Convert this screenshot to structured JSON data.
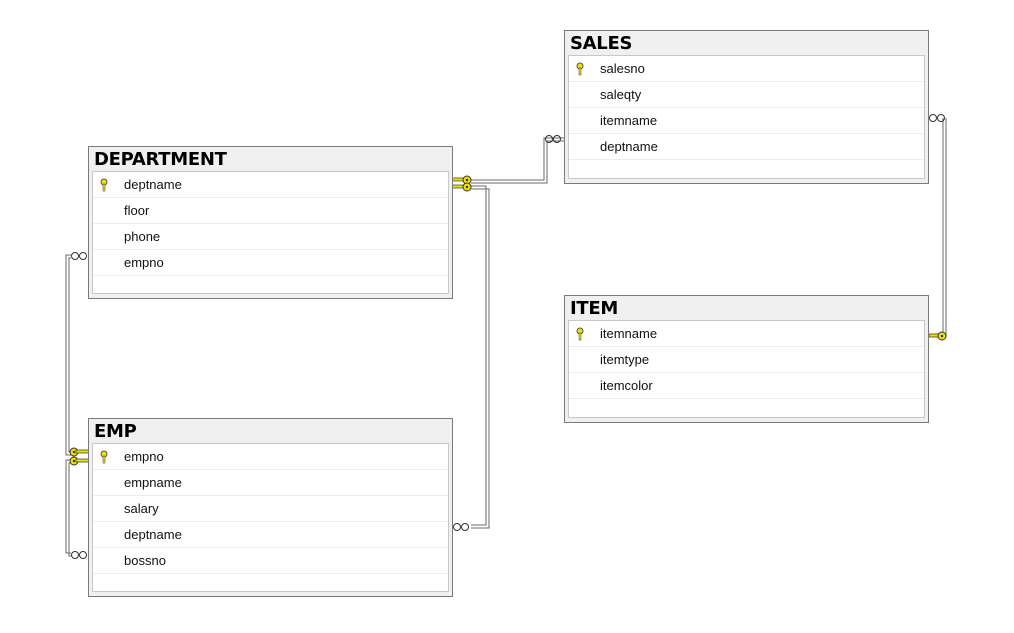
{
  "diagram": {
    "tables": [
      {
        "id": "sales",
        "title": "SALES",
        "columns": [
          {
            "name": "salesno",
            "is_key": true
          },
          {
            "name": "saleqty",
            "is_key": false
          },
          {
            "name": "itemname",
            "is_key": false
          },
          {
            "name": "deptname",
            "is_key": false
          }
        ]
      },
      {
        "id": "department",
        "title": "DEPARTMENT",
        "columns": [
          {
            "name": "deptname",
            "is_key": true
          },
          {
            "name": "floor",
            "is_key": false
          },
          {
            "name": "phone",
            "is_key": false
          },
          {
            "name": "empno",
            "is_key": false
          }
        ]
      },
      {
        "id": "item",
        "title": "ITEM",
        "columns": [
          {
            "name": "itemname",
            "is_key": true
          },
          {
            "name": "itemtype",
            "is_key": false
          },
          {
            "name": "itemcolor",
            "is_key": false
          }
        ]
      },
      {
        "id": "emp",
        "title": "EMP",
        "columns": [
          {
            "name": "empno",
            "is_key": true
          },
          {
            "name": "empname",
            "is_key": false
          },
          {
            "name": "salary",
            "is_key": false
          },
          {
            "name": "deptname",
            "is_key": false
          },
          {
            "name": "bossno",
            "is_key": false
          }
        ]
      }
    ],
    "relationships": [
      {
        "from": "department",
        "to": "sales",
        "one_end": "department",
        "many_end": "sales"
      },
      {
        "from": "item",
        "to": "sales",
        "one_end": "item",
        "many_end": "sales"
      },
      {
        "from": "emp",
        "to": "department",
        "one_end": "emp",
        "many_end": "department"
      },
      {
        "from": "department",
        "to": "emp",
        "one_end": "department",
        "many_end": "emp"
      },
      {
        "from": "emp",
        "to": "emp",
        "one_end": "emp",
        "many_end": "emp"
      }
    ]
  },
  "colors": {
    "key_icon": "#f0e000",
    "line": "#6a6a6a",
    "header_bg": "#f0f0f0",
    "border": "#7a7a7a"
  }
}
